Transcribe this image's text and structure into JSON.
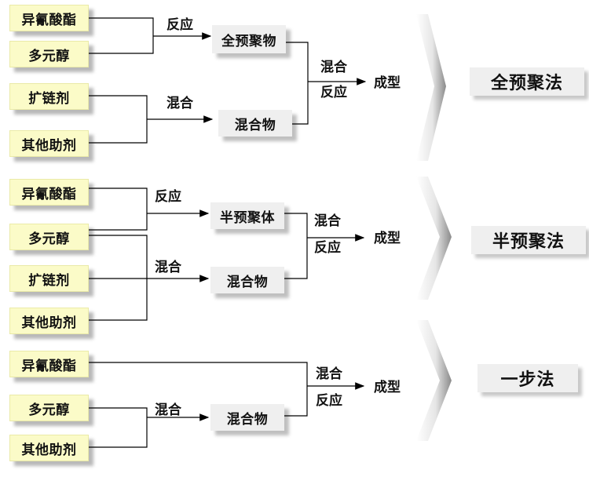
{
  "section1": {
    "inputs": [
      "异氰酸酯",
      "多元醇",
      "扩链剂",
      "其他助剂"
    ],
    "edge_react": "反应",
    "edge_mix": "混合",
    "intermediate_top": "全预聚物",
    "intermediate_bottom": "混合物",
    "final_edge_mix": "混合",
    "final_edge_react": "反应",
    "product": "成型",
    "method": "全预聚法"
  },
  "section2": {
    "inputs": [
      "异氰酸酯",
      "多元醇",
      "扩链剂",
      "其他助剂"
    ],
    "edge_react": "反应",
    "edge_mix": "混合",
    "intermediate_top": "半预聚体",
    "intermediate_bottom": "混合物",
    "final_edge_mix": "混合",
    "final_edge_react": "反应",
    "product": "成型",
    "method": "半预聚法"
  },
  "section3": {
    "inputs": [
      "异氰酸酯",
      "多元醇",
      "其他助剂"
    ],
    "edge_mix": "混合",
    "intermediate": "混合物",
    "final_edge_mix": "混合",
    "final_edge_react": "反应",
    "product": "成型",
    "method": "一步法"
  },
  "colors": {
    "input_box": "#fbfbc8",
    "intermediate_box": "#efefef",
    "method_box": "#efefef"
  }
}
